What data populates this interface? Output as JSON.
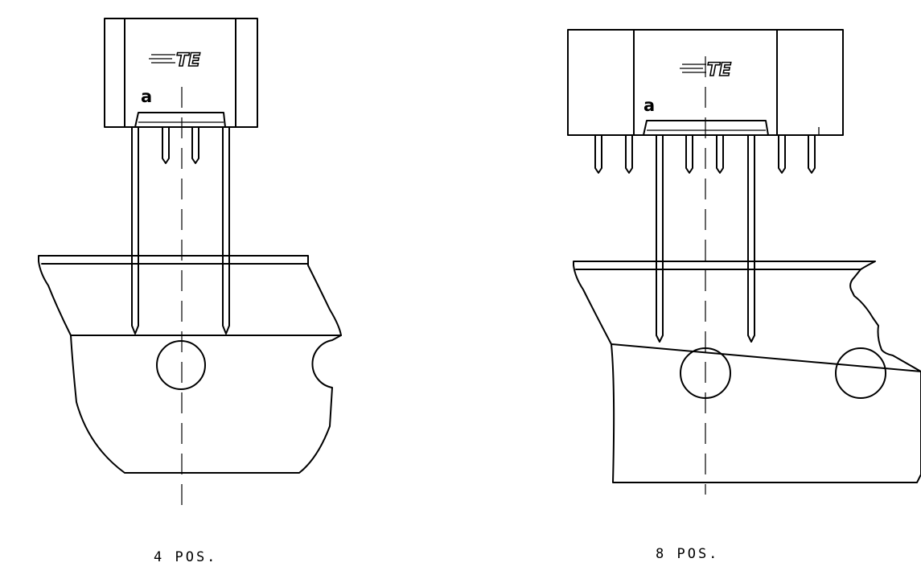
{
  "views": [
    {
      "id": "4pos",
      "label": "4 POS.",
      "logo_text": "TE",
      "marking": "a"
    },
    {
      "id": "8pos",
      "label": "8 POS.",
      "logo_text": "TE",
      "marking": "a"
    }
  ]
}
